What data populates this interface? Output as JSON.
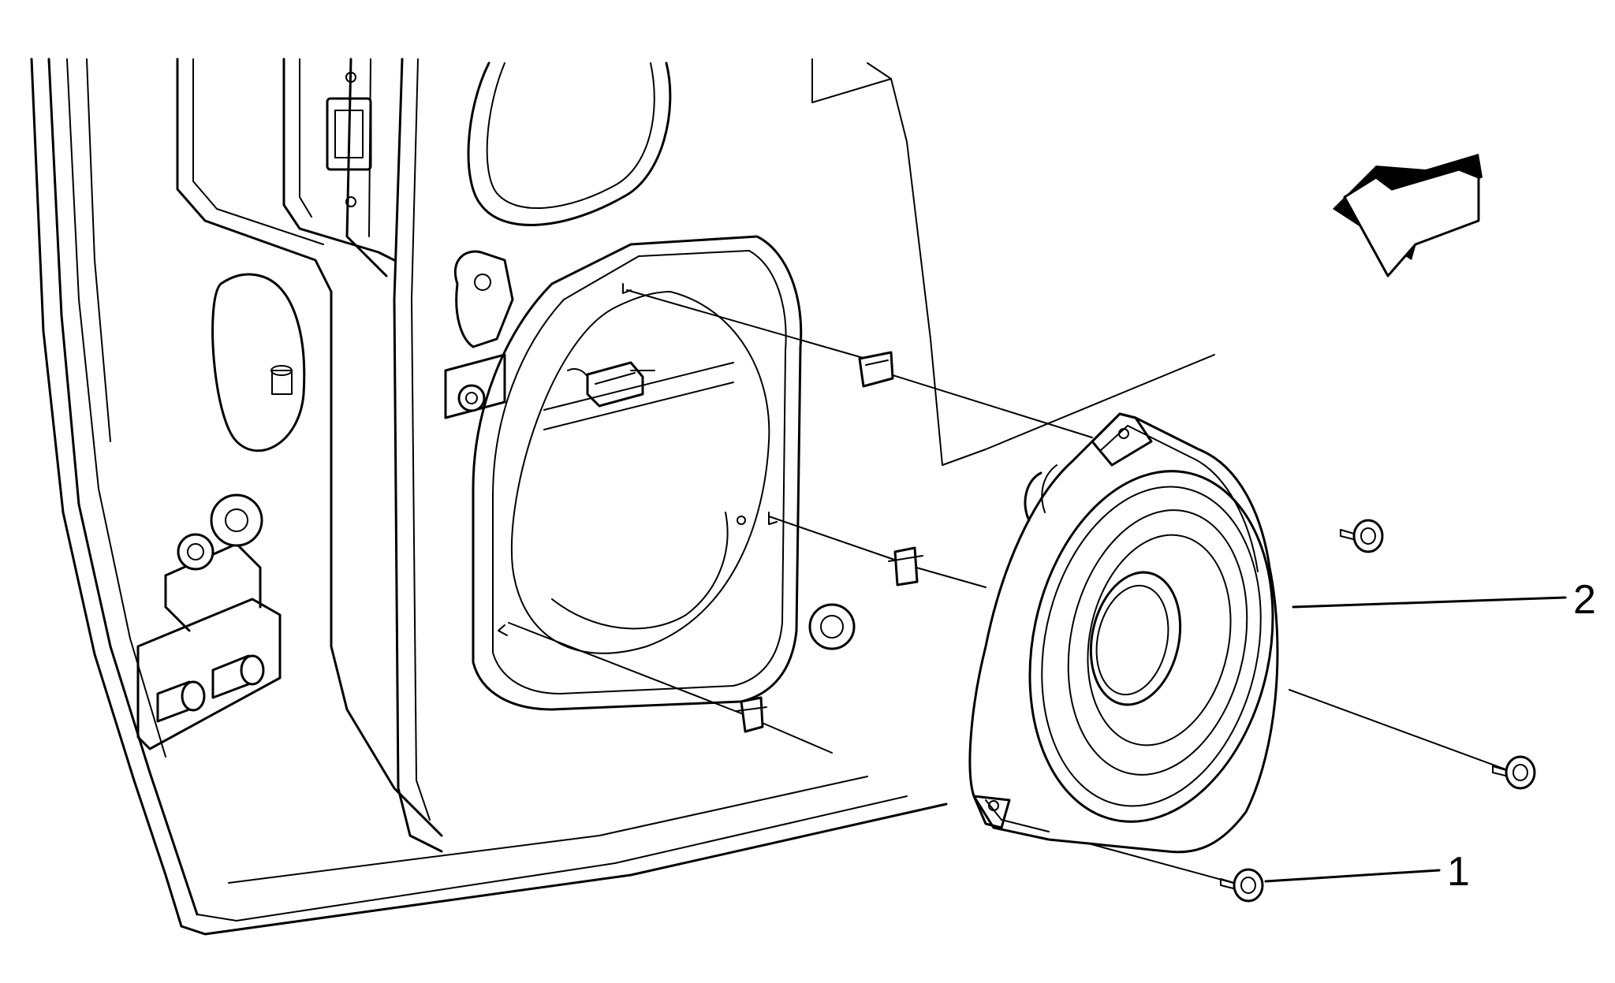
{
  "diagram": {
    "callouts": [
      {
        "id": "fastener",
        "label": "1"
      },
      {
        "id": "speaker",
        "label": "2"
      }
    ],
    "direction_arrow_icon": "front-direction-arrow-icon"
  }
}
